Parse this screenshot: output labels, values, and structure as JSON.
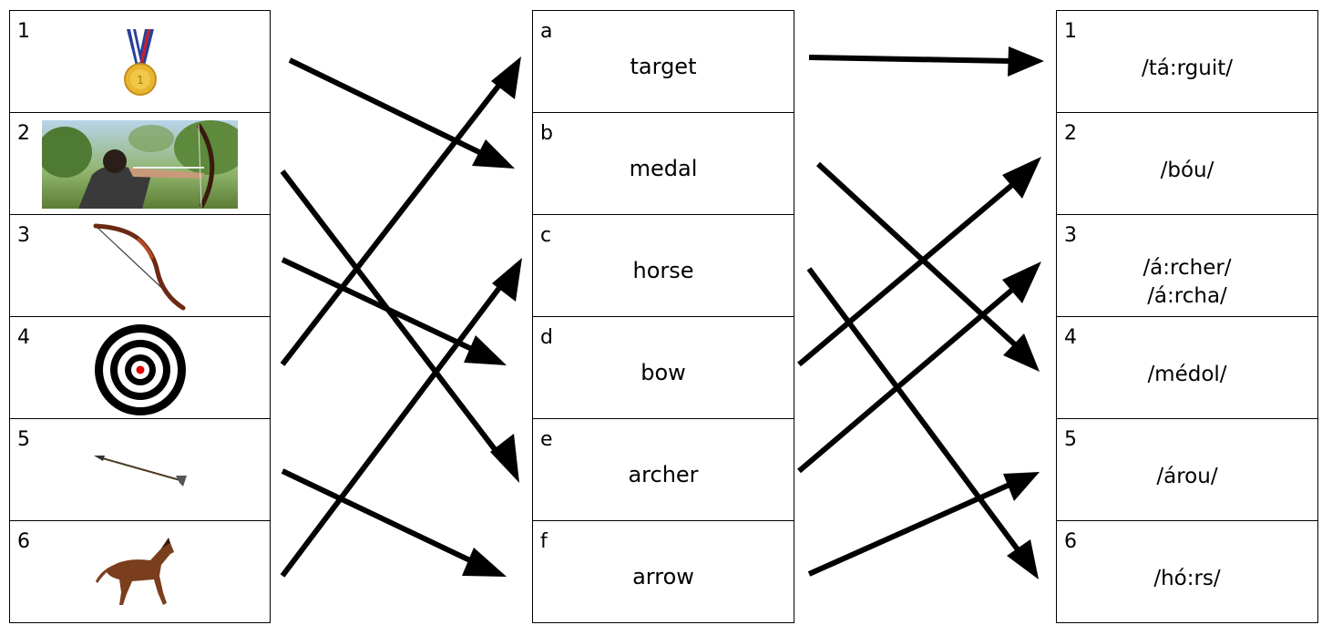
{
  "pictures": [
    {
      "number": "1",
      "icon": "medal-icon"
    },
    {
      "number": "2",
      "icon": "archer-photo"
    },
    {
      "number": "3",
      "icon": "bow-icon"
    },
    {
      "number": "4",
      "icon": "target-icon"
    },
    {
      "number": "5",
      "icon": "arrow-icon"
    },
    {
      "number": "6",
      "icon": "horse-icon"
    }
  ],
  "words": [
    {
      "letter": "a",
      "word": "target"
    },
    {
      "letter": "b",
      "word": "medal"
    },
    {
      "letter": "c",
      "word": "horse"
    },
    {
      "letter": "d",
      "word": "bow"
    },
    {
      "letter": "e",
      "word": "archer"
    },
    {
      "letter": "f",
      "word": "arrow"
    }
  ],
  "phonetics": [
    {
      "number": "1",
      "text": "/tá:rguit/"
    },
    {
      "number": "2",
      "text": "/bóu/"
    },
    {
      "number": "3",
      "text": "/á:rcher/\n/á:rcha/"
    },
    {
      "number": "4",
      "text": "/médol/"
    },
    {
      "number": "5",
      "text": "/árou/"
    },
    {
      "number": "6",
      "text": "/hó:rs/"
    }
  ],
  "colors": {
    "line": "#000000",
    "medal_gold": "#e8b530",
    "ribbon_blue": "#2a3f9a",
    "ribbon_red": "#c8202a",
    "target_center": "#e00000",
    "horse": "#7a3e1c",
    "bow": "#6b2a14"
  },
  "matches_pictures_to_words": [
    {
      "picture": "1",
      "word": "b"
    },
    {
      "picture": "2",
      "word": "e"
    },
    {
      "picture": "3",
      "word": "d"
    },
    {
      "picture": "4",
      "word": "a"
    },
    {
      "picture": "5",
      "word": "f"
    },
    {
      "picture": "6",
      "word": "c"
    }
  ],
  "matches_words_to_phonetics": [
    {
      "word": "a",
      "phonetic": "1"
    },
    {
      "word": "b",
      "phonetic": "4"
    },
    {
      "word": "c",
      "phonetic": "6"
    },
    {
      "word": "d",
      "phonetic": "2"
    },
    {
      "word": "e",
      "phonetic": "3"
    },
    {
      "word": "f",
      "phonetic": "5"
    }
  ]
}
